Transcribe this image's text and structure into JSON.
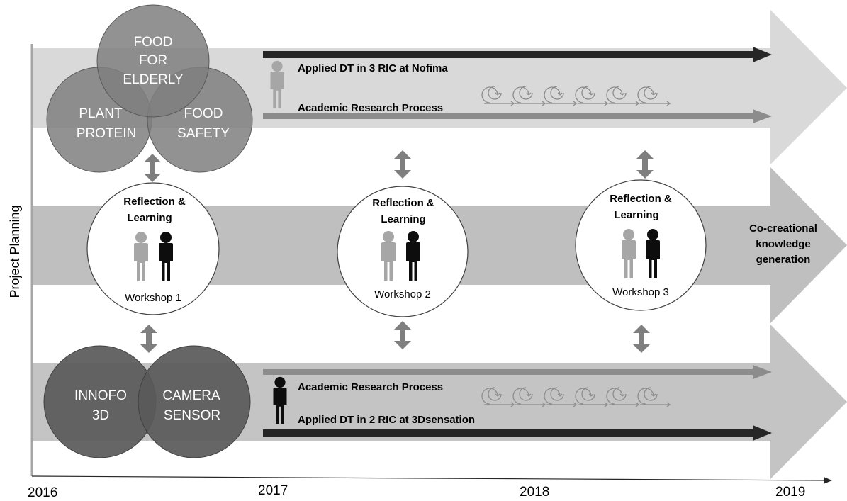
{
  "axis": {
    "y_label": "Project Planning",
    "years": [
      "2016",
      "2017",
      "2018",
      "2019"
    ]
  },
  "top_track": {
    "circles": [
      {
        "lines": [
          "FOOD",
          "FOR",
          "ELDERLY"
        ]
      },
      {
        "lines": [
          "PLANT",
          "PROTEIN"
        ]
      },
      {
        "lines": [
          "FOOD",
          "SAFETY"
        ]
      }
    ],
    "applied_label": "Applied DT in 3 RIC at Nofima",
    "academic_label": "Academic Research Process"
  },
  "middle_track": {
    "workshops": [
      {
        "heading": [
          "Reflection &",
          "Learning"
        ],
        "name": "Workshop 1"
      },
      {
        "heading": [
          "Reflection &",
          "Learning"
        ],
        "name": "Workshop 2"
      },
      {
        "heading": [
          "Reflection &",
          "Learning"
        ],
        "name": "Workshop 3"
      }
    ],
    "outcome_lines": [
      "Co-creational",
      "knowledge",
      "generation"
    ]
  },
  "bottom_track": {
    "circles": [
      {
        "lines": [
          "INNOFO",
          "3D"
        ]
      },
      {
        "lines": [
          "CAMERA",
          "SENSOR"
        ]
      }
    ],
    "academic_label": "Academic Research Process",
    "applied_label": "Applied DT in 2 RIC at 3Dsensation"
  },
  "colors": {
    "top_band": "#d9d9d9",
    "middle_band": "#bfbfbf",
    "bottom_band": "#c4c4c4",
    "dark_arrow": "#262626",
    "grey_arrow": "#8c8c8c",
    "top_circles": "#7f7f7f",
    "bottom_circles": "#595959",
    "person_grey": "#a6a6a6",
    "person_black": "#0d0d0d"
  }
}
